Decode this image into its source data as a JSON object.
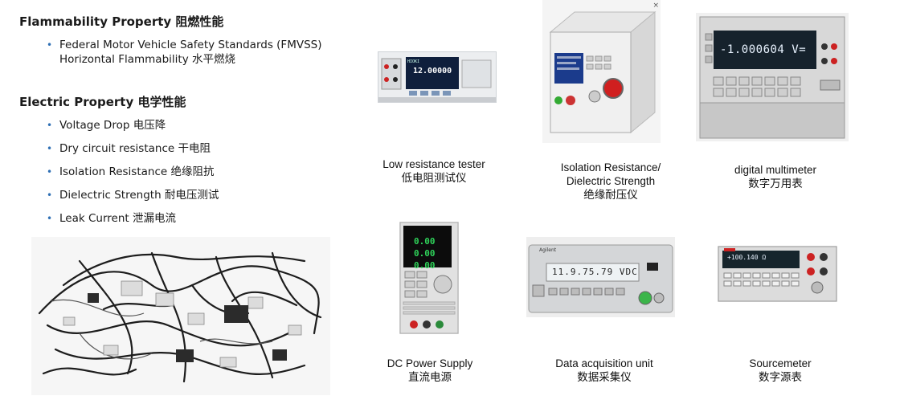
{
  "flammability": {
    "title": "Flammability Property 阻燃性能",
    "bullets": [
      {
        "line1": "Federal Motor Vehicle Safety Standards (FMVSS)",
        "line2": "Horizontal Flammability 水平燃烧"
      }
    ]
  },
  "electric": {
    "title": "Electric Property 电学性能",
    "bullets": [
      "Voltage Drop 电压降",
      "Dry circuit resistance 干电阻",
      "Isolation Resistance 绝缘阻抗",
      "Dielectric Strength 耐电压测试",
      "Leak Current 泄漏电流"
    ]
  },
  "instruments": [
    {
      "name": "low-resistance-tester",
      "caption": [
        "Low resistance tester",
        "低电阻测试仪"
      ],
      "display": "12.00000",
      "brand": "HIOKI"
    },
    {
      "name": "isolation-dielectric-tester",
      "caption": [
        "Isolation Resistance/",
        "Dielectric Strength",
        "绝缘耐压仪"
      ]
    },
    {
      "name": "digital-multimeter",
      "caption": [
        "digital multimeter",
        "数字万用表"
      ],
      "display": "-1.000604 V="
    },
    {
      "name": "dc-power-supply",
      "caption": [
        "DC Power Supply",
        "直流电源"
      ],
      "display": [
        "0.00",
        "0.00",
        "0.00"
      ]
    },
    {
      "name": "data-acquisition-unit",
      "caption": [
        "Data acquisition unit",
        "数据采集仪"
      ],
      "display": "11.9.75.79 VDC",
      "brand": "Agilent"
    },
    {
      "name": "sourcemeter",
      "caption": [
        "Sourcemeter",
        "数字源表"
      ],
      "display": "+100.140 Ω"
    }
  ],
  "close_mark": "×",
  "colors": {
    "bullet": "#2e6fb4",
    "display_green": "#2fd35a",
    "lcd_blue": "#1b3b8c",
    "red_button": "#d01f1f"
  }
}
